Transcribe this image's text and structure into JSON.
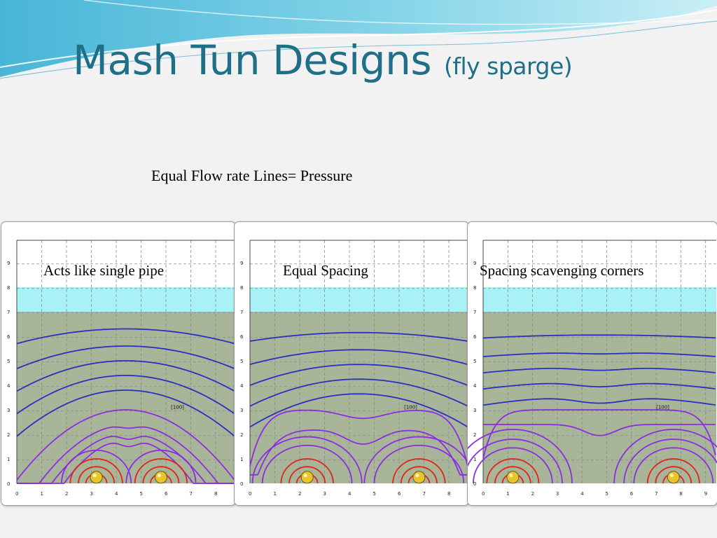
{
  "title": {
    "main": "Mash Tun Designs",
    "sub": "(fly sparge)"
  },
  "caption": "Equal Flow rate Lines= Pressure",
  "colors": {
    "title": "#1e6f87",
    "water": "#a8f2f6",
    "grain_bed": "#a9b598",
    "pressure_lines": "#2a2fc0",
    "flow_lines": "#8a2ee0",
    "drain_lines": "#e0241a",
    "pipe": "#e9c42a"
  },
  "panels": [
    {
      "label": "Acts like single pipe",
      "y_ticks": [
        "0",
        "1",
        "2",
        "3",
        "4",
        "5",
        "6",
        "7",
        "8",
        "9"
      ],
      "x_ticks": [
        "0",
        "1",
        "2",
        "3",
        "4",
        "5",
        "6",
        "7",
        "8"
      ],
      "marker": "[100]",
      "pipe_positions": [
        3.2,
        5.8
      ],
      "water_level": 8.0,
      "grain_level": 7.0
    },
    {
      "label": "Equal Spacing",
      "y_ticks": [
        "0",
        "1",
        "2",
        "3",
        "4",
        "5",
        "6",
        "7",
        "8",
        "9"
      ],
      "x_ticks": [
        "0",
        "1",
        "2",
        "3",
        "4",
        "5",
        "6",
        "7",
        "8"
      ],
      "marker": "[100]",
      "pipe_positions": [
        2.3,
        6.8
      ],
      "water_level": 8.0,
      "grain_level": 7.0
    },
    {
      "label": "Spacing scavenging corners",
      "y_ticks": [
        "0",
        "1",
        "2",
        "3",
        "4",
        "5",
        "6",
        "7",
        "8",
        "9"
      ],
      "x_ticks": [
        "0",
        "1",
        "2",
        "3",
        "4",
        "5",
        "6",
        "7",
        "8",
        "9"
      ],
      "marker": "[100]",
      "pipe_positions": [
        1.2,
        7.7
      ],
      "water_level": 8.0,
      "grain_level": 7.0
    }
  ]
}
